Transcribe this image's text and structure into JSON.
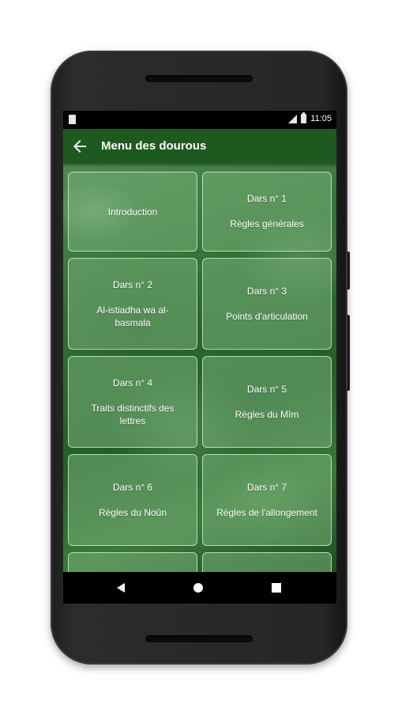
{
  "status_bar": {
    "time": "11:05"
  },
  "app_bar": {
    "title": "Menu des dourous"
  },
  "cards": [
    {
      "title": "",
      "subtitle": "Introduction"
    },
    {
      "title": "Dars n° 1",
      "subtitle": "Règles générales"
    },
    {
      "title": "Dars n° 2",
      "subtitle": "Al-istiadha wa al-basmala"
    },
    {
      "title": "Dars n° 3",
      "subtitle": "Points d'articulation"
    },
    {
      "title": "Dars n° 4",
      "subtitle": "Traits distinctifs des lettres"
    },
    {
      "title": "Dars n° 5",
      "subtitle": "Règles du Mîm"
    },
    {
      "title": "Dars n° 6",
      "subtitle": "Règles du Noûn"
    },
    {
      "title": "Dars n° 7",
      "subtitle": "Règles de l'allongement"
    }
  ],
  "icons": {
    "back": "arrow-back-icon",
    "signal": "signal-icon",
    "battery": "battery-icon",
    "nav_back": "nav-back-icon",
    "nav_home": "nav-home-icon",
    "nav_recent": "nav-recent-icon"
  },
  "colors": {
    "app_bar": "#1e5a20",
    "card_border": "#dcf0d7"
  }
}
